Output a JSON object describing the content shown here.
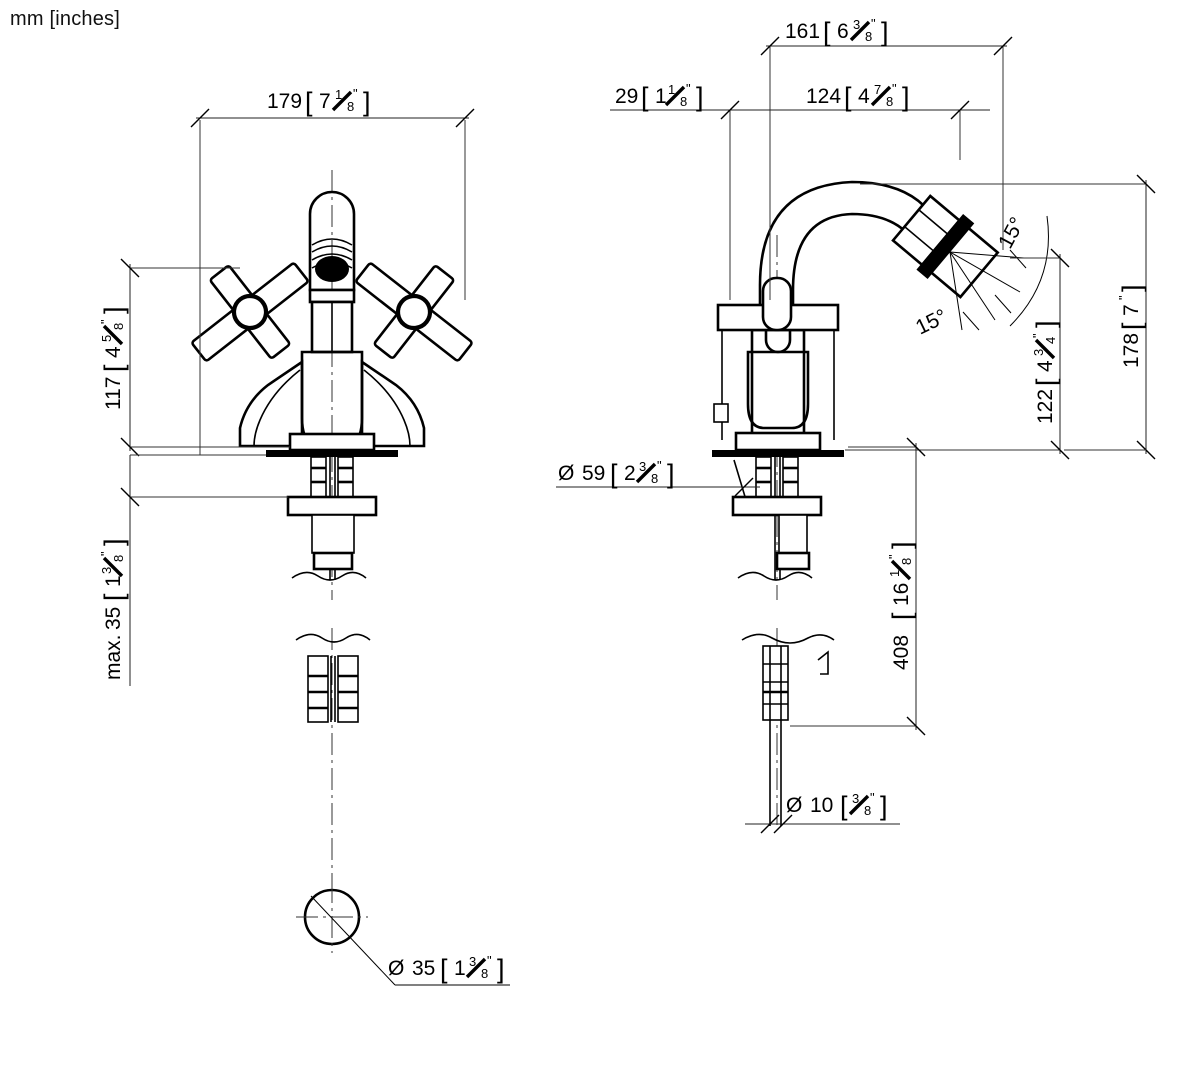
{
  "sheet": {
    "unit_note": "mm [inches]",
    "drawing_type": "technical-dimension-drawing",
    "subject": "two-handle bidet mixer faucet",
    "views": [
      {
        "name": "front-elevation",
        "label": "front view"
      },
      {
        "name": "side-elevation",
        "label": "side view"
      }
    ]
  },
  "dimensions": {
    "front_width": {
      "mm": "179",
      "whole": "7",
      "num": "1",
      "den": "8",
      "inch": "\""
    },
    "front_height": {
      "mm": "117",
      "whole": "4",
      "num": "5",
      "den": "8",
      "inch": "\""
    },
    "front_max_shank": {
      "prefix": "max. ",
      "mm": "35",
      "whole": "1",
      "num": "3",
      "den": "8",
      "inch": "\""
    },
    "side_total_reach": {
      "mm": "161",
      "whole": "6",
      "num": "3",
      "den": "8",
      "inch": "\""
    },
    "side_back_offset": {
      "mm": "29",
      "whole": "1",
      "num": "1",
      "den": "8",
      "inch": "\""
    },
    "side_spout_reach": {
      "mm": "124",
      "whole": "4",
      "num": "7",
      "den": "8",
      "inch": "\""
    },
    "side_spout_height": {
      "mm": "122",
      "whole": "4",
      "num": "3",
      "den": "4",
      "inch": "\""
    },
    "side_total_height": {
      "mm": "178",
      "whole": "7",
      "num": "",
      "den": "",
      "inch": "\""
    },
    "hose_length": {
      "mm": "408",
      "whole": "16",
      "num": "1",
      "den": "8",
      "inch": "\""
    },
    "escutcheon_dia": {
      "dia": "Ø",
      "mm": "59",
      "whole": "2",
      "num": "3",
      "den": "8",
      "inch": "\""
    },
    "hose_dia": {
      "dia": "Ø",
      "mm": "10",
      "whole": "",
      "num": "3",
      "den": "8",
      "inch": "\""
    },
    "mount_hole_dia": {
      "dia": "Ø",
      "mm": "35",
      "whole": "1",
      "num": "3",
      "den": "8",
      "inch": "\""
    }
  },
  "angles": {
    "aerator_upper": "15°",
    "aerator_lower": "15°"
  }
}
